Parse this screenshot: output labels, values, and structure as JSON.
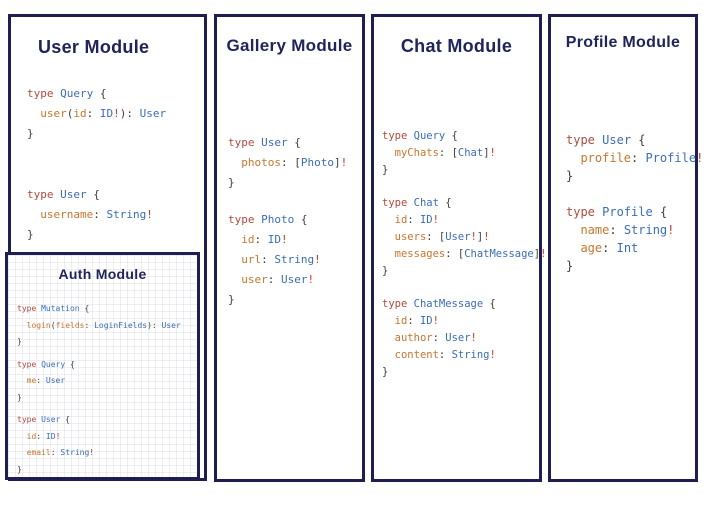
{
  "palette": {
    "border_navy": "#1e1e52",
    "title_navy": "#20245c",
    "kw_red": "#b04a3e",
    "type_blue": "#3a6db8",
    "field_orange": "#c8762e",
    "bang_red": "#c4392b",
    "punct_dark": "#3d3d3d"
  },
  "modules": [
    {
      "id": "user",
      "title": "User Module",
      "blocks": [
        [
          [
            [
              "kw",
              "type"
            ],
            [
              "pun",
              " "
            ],
            [
              "ty",
              "Query"
            ],
            [
              "pun",
              " {"
            ]
          ],
          [
            [
              "pun",
              "  "
            ],
            [
              "fld",
              "user"
            ],
            [
              "pun",
              "("
            ],
            [
              "fld",
              "id"
            ],
            [
              "pun",
              ": "
            ],
            [
              "ty",
              "ID"
            ],
            [
              "bang",
              "!"
            ],
            [
              "pun",
              "): "
            ],
            [
              "ty",
              "User"
            ]
          ],
          [
            [
              "pun",
              "}"
            ]
          ]
        ],
        [
          [
            [
              "kw",
              "type"
            ],
            [
              "pun",
              " "
            ],
            [
              "ty",
              "User"
            ],
            [
              "pun",
              " {"
            ]
          ],
          [
            [
              "pun",
              "  "
            ],
            [
              "fld",
              "username"
            ],
            [
              "pun",
              ": "
            ],
            [
              "ty",
              "String"
            ],
            [
              "bang",
              "!"
            ]
          ],
          [
            [
              "pun",
              "}"
            ]
          ]
        ]
      ]
    },
    {
      "id": "auth",
      "title": "Auth Module",
      "blocks": [
        [
          [
            [
              "kw",
              "type"
            ],
            [
              "pun",
              " "
            ],
            [
              "ty",
              "Mutation"
            ],
            [
              "pun",
              " {"
            ]
          ],
          [
            [
              "pun",
              "  "
            ],
            [
              "fld",
              "login"
            ],
            [
              "pun",
              "("
            ],
            [
              "fld",
              "fields"
            ],
            [
              "pun",
              ": "
            ],
            [
              "ty",
              "LoginFields"
            ],
            [
              "pun",
              "): "
            ],
            [
              "ty",
              "User"
            ]
          ],
          [
            [
              "pun",
              "}"
            ]
          ]
        ],
        [
          [
            [
              "kw",
              "type"
            ],
            [
              "pun",
              " "
            ],
            [
              "ty",
              "Query"
            ],
            [
              "pun",
              " {"
            ]
          ],
          [
            [
              "pun",
              "  "
            ],
            [
              "fld",
              "me"
            ],
            [
              "pun",
              ": "
            ],
            [
              "ty",
              "User"
            ]
          ],
          [
            [
              "pun",
              "}"
            ]
          ]
        ],
        [
          [
            [
              "kw",
              "type"
            ],
            [
              "pun",
              " "
            ],
            [
              "ty",
              "User"
            ],
            [
              "pun",
              " {"
            ]
          ],
          [
            [
              "pun",
              "  "
            ],
            [
              "fld",
              "id"
            ],
            [
              "pun",
              ": "
            ],
            [
              "ty",
              "ID"
            ],
            [
              "bang",
              "!"
            ]
          ],
          [
            [
              "pun",
              "  "
            ],
            [
              "fld",
              "email"
            ],
            [
              "pun",
              ": "
            ],
            [
              "ty",
              "String"
            ],
            [
              "bang",
              "!"
            ]
          ],
          [
            [
              "pun",
              "}"
            ]
          ]
        ]
      ]
    },
    {
      "id": "gallery",
      "title": "Gallery Module",
      "blocks": [
        [
          [
            [
              "kw",
              "type"
            ],
            [
              "pun",
              " "
            ],
            [
              "ty",
              "User"
            ],
            [
              "pun",
              " {"
            ]
          ],
          [
            [
              "pun",
              "  "
            ],
            [
              "fld",
              "photos"
            ],
            [
              "pun",
              ": ["
            ],
            [
              "ty",
              "Photo"
            ],
            [
              "pun",
              "]"
            ],
            [
              "bang",
              "!"
            ]
          ],
          [
            [
              "pun",
              "}"
            ]
          ]
        ],
        [
          [
            [
              "kw",
              "type"
            ],
            [
              "pun",
              " "
            ],
            [
              "ty",
              "Photo"
            ],
            [
              "pun",
              " {"
            ]
          ],
          [
            [
              "pun",
              "  "
            ],
            [
              "fld",
              "id"
            ],
            [
              "pun",
              ": "
            ],
            [
              "ty",
              "ID"
            ],
            [
              "bang",
              "!"
            ]
          ],
          [
            [
              "pun",
              "  "
            ],
            [
              "fld",
              "url"
            ],
            [
              "pun",
              ": "
            ],
            [
              "ty",
              "String"
            ],
            [
              "bang",
              "!"
            ]
          ],
          [
            [
              "pun",
              "  "
            ],
            [
              "fld",
              "user"
            ],
            [
              "pun",
              ": "
            ],
            [
              "ty",
              "User"
            ],
            [
              "bang",
              "!"
            ]
          ],
          [
            [
              "pun",
              "}"
            ]
          ]
        ]
      ]
    },
    {
      "id": "chat",
      "title": "Chat Module",
      "blocks": [
        [
          [
            [
              "kw",
              "type"
            ],
            [
              "pun",
              " "
            ],
            [
              "ty",
              "Query"
            ],
            [
              "pun",
              " {"
            ]
          ],
          [
            [
              "pun",
              "  "
            ],
            [
              "fld",
              "myChats"
            ],
            [
              "pun",
              ": ["
            ],
            [
              "ty",
              "Chat"
            ],
            [
              "pun",
              "]"
            ],
            [
              "bang",
              "!"
            ]
          ],
          [
            [
              "pun",
              "}"
            ]
          ]
        ],
        [
          [
            [
              "kw",
              "type"
            ],
            [
              "pun",
              " "
            ],
            [
              "ty",
              "Chat"
            ],
            [
              "pun",
              " {"
            ]
          ],
          [
            [
              "pun",
              "  "
            ],
            [
              "fld",
              "id"
            ],
            [
              "pun",
              ": "
            ],
            [
              "ty",
              "ID"
            ],
            [
              "bang",
              "!"
            ]
          ],
          [
            [
              "pun",
              "  "
            ],
            [
              "fld",
              "users"
            ],
            [
              "pun",
              ": ["
            ],
            [
              "ty",
              "User"
            ],
            [
              "bang",
              "!"
            ],
            [
              "pun",
              "]"
            ],
            [
              "bang",
              "!"
            ]
          ],
          [
            [
              "pun",
              "  "
            ],
            [
              "fld",
              "messages"
            ],
            [
              "pun",
              ": ["
            ],
            [
              "ty",
              "ChatMessage"
            ],
            [
              "pun",
              "]"
            ],
            [
              "bang",
              "!"
            ]
          ],
          [
            [
              "pun",
              "}"
            ]
          ]
        ],
        [
          [
            [
              "kw",
              "type"
            ],
            [
              "pun",
              " "
            ],
            [
              "ty",
              "ChatMessage"
            ],
            [
              "pun",
              " {"
            ]
          ],
          [
            [
              "pun",
              "  "
            ],
            [
              "fld",
              "id"
            ],
            [
              "pun",
              ": "
            ],
            [
              "ty",
              "ID"
            ],
            [
              "bang",
              "!"
            ]
          ],
          [
            [
              "pun",
              "  "
            ],
            [
              "fld",
              "author"
            ],
            [
              "pun",
              ": "
            ],
            [
              "ty",
              "User"
            ],
            [
              "bang",
              "!"
            ]
          ],
          [
            [
              "pun",
              "  "
            ],
            [
              "fld",
              "content"
            ],
            [
              "pun",
              ": "
            ],
            [
              "ty",
              "String"
            ],
            [
              "bang",
              "!"
            ]
          ],
          [
            [
              "pun",
              "}"
            ]
          ]
        ]
      ]
    },
    {
      "id": "profile",
      "title": "Profile Module",
      "blocks": [
        [
          [
            [
              "kw",
              "type"
            ],
            [
              "pun",
              " "
            ],
            [
              "ty",
              "User"
            ],
            [
              "pun",
              " {"
            ]
          ],
          [
            [
              "pun",
              "  "
            ],
            [
              "fld",
              "profile"
            ],
            [
              "pun",
              ": "
            ],
            [
              "ty",
              "Profile"
            ],
            [
              "bang",
              "!"
            ]
          ],
          [
            [
              "pun",
              "}"
            ]
          ]
        ],
        [
          [
            [
              "kw",
              "type"
            ],
            [
              "pun",
              " "
            ],
            [
              "ty",
              "Profile"
            ],
            [
              "pun",
              " {"
            ]
          ],
          [
            [
              "pun",
              "  "
            ],
            [
              "fld",
              "name"
            ],
            [
              "pun",
              ": "
            ],
            [
              "ty",
              "String"
            ],
            [
              "bang",
              "!"
            ]
          ],
          [
            [
              "pun",
              "  "
            ],
            [
              "fld",
              "age"
            ],
            [
              "pun",
              ": "
            ],
            [
              "ty",
              "Int"
            ]
          ],
          [
            [
              "pun",
              "}"
            ]
          ]
        ]
      ]
    }
  ]
}
